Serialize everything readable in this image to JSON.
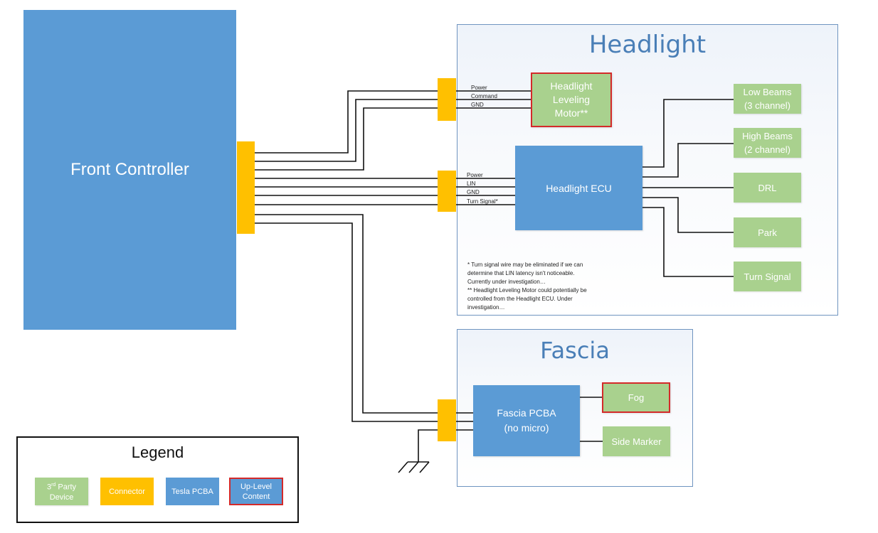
{
  "colors": {
    "tesla_pcba": "#5b9bd5",
    "third_party": "#a9d18e",
    "connector": "#ffc000",
    "uplevel_border": "#d42a2a",
    "panel_border": "#6f94c0",
    "panel_title": "#4a7fb7"
  },
  "front_controller": {
    "label": "Front Controller"
  },
  "headlight": {
    "title": "Headlight",
    "motor": {
      "label_lines": [
        "Headlight",
        "Leveling",
        "Motor**"
      ]
    },
    "motor_wires": [
      "Power",
      "Command",
      "GND"
    ],
    "ecu": {
      "label": "Headlight ECU"
    },
    "ecu_wires": [
      "Power",
      "LIN",
      "GND",
      "Turn Signal*"
    ],
    "outputs": [
      {
        "line1": "Low Beams",
        "line2": "(3 channel)"
      },
      {
        "line1": "High Beams",
        "line2": "(2 channel)"
      },
      {
        "line1": "DRL",
        "line2": ""
      },
      {
        "line1": "Park",
        "line2": ""
      },
      {
        "line1": "Turn Signal",
        "line2": ""
      }
    ],
    "notes": [
      "* Turn signal wire may be eliminated if we can",
      "determine that LIN latency isn't noticeable.",
      "Currently under investigation…",
      "** Headlight Leveling Motor could potentially be",
      "controlled from the Headlight ECU.  Under",
      "investigation…"
    ]
  },
  "fascia": {
    "title": "Fascia",
    "pcba": {
      "line1": "Fascia PCBA",
      "line2": "(no micro)"
    },
    "fog": {
      "label": "Fog"
    },
    "side_marker": {
      "label": "Side Marker"
    }
  },
  "legend": {
    "title": "Legend",
    "items": [
      {
        "line1_main": "3",
        "line1_sup": "rd",
        "line1_rest": " Party",
        "line2": "Device"
      },
      {
        "label": "Connector"
      },
      {
        "label": "Tesla PCBA"
      },
      {
        "line1": "Up-Level",
        "line2": "Content"
      }
    ]
  }
}
